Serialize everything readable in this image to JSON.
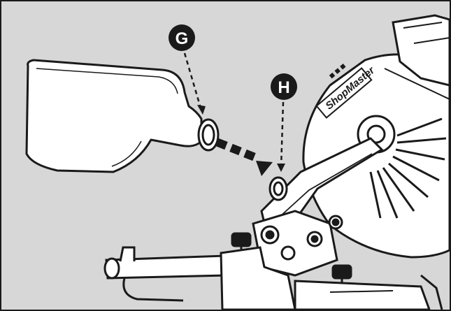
{
  "callouts": {
    "g": {
      "letter": "G",
      "target": "bottle-nozzle"
    },
    "h": {
      "letter": "H",
      "target": "oil-fill-port"
    }
  },
  "brand_label": "ShopMaster",
  "colors": {
    "background": "#d7d7d7",
    "outline": "#1a1a1a",
    "part_fill": "#ffffff",
    "callout_fill": "#1a1a1a"
  }
}
